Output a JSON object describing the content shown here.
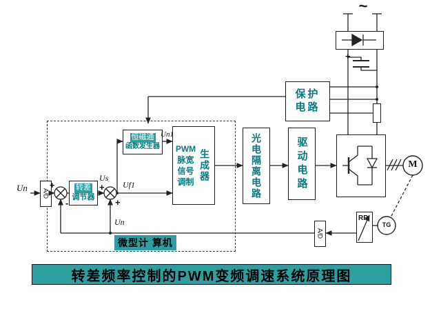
{
  "title": {
    "text": "转差频率控制的PWM变频调速系统原理图"
  },
  "power": {
    "ac_symbol": "~",
    "capacitor_plus": "+",
    "motor_label": "M",
    "tach_label": "TG",
    "rp_label": "RP"
  },
  "converters": {
    "ad_left": "A/D",
    "ad_right": "A/D"
  },
  "signals": {
    "input": "Un",
    "us": "Us",
    "uf1": "Uf1",
    "un1": "Un1",
    "feedback": "Un"
  },
  "signs": {
    "j1_left": "+",
    "j1_bottom": "-",
    "j2_left": "+",
    "j2_bottom": "+"
  },
  "blocks": {
    "protection": {
      "line1": "保护",
      "line2": "电路"
    },
    "slip_regulator": {
      "line1": "转差",
      "line2": "调节器"
    },
    "function_generator": {
      "line1": "恒磁通",
      "line2": "函数发生器"
    },
    "pwm": {
      "row1": "PWM",
      "row2": "脉宽",
      "row3": "信号",
      "row4": "调制",
      "right_col": "生成器"
    },
    "opto_isolation": {
      "text": "光电隔离电路"
    },
    "driver": {
      "text": "驱动电路"
    },
    "microcomputer": {
      "label": "微型计 算机"
    }
  },
  "colors": {
    "teal": "#0a7a7c",
    "highlight": "#2f9ea1",
    "line": "#222222"
  }
}
